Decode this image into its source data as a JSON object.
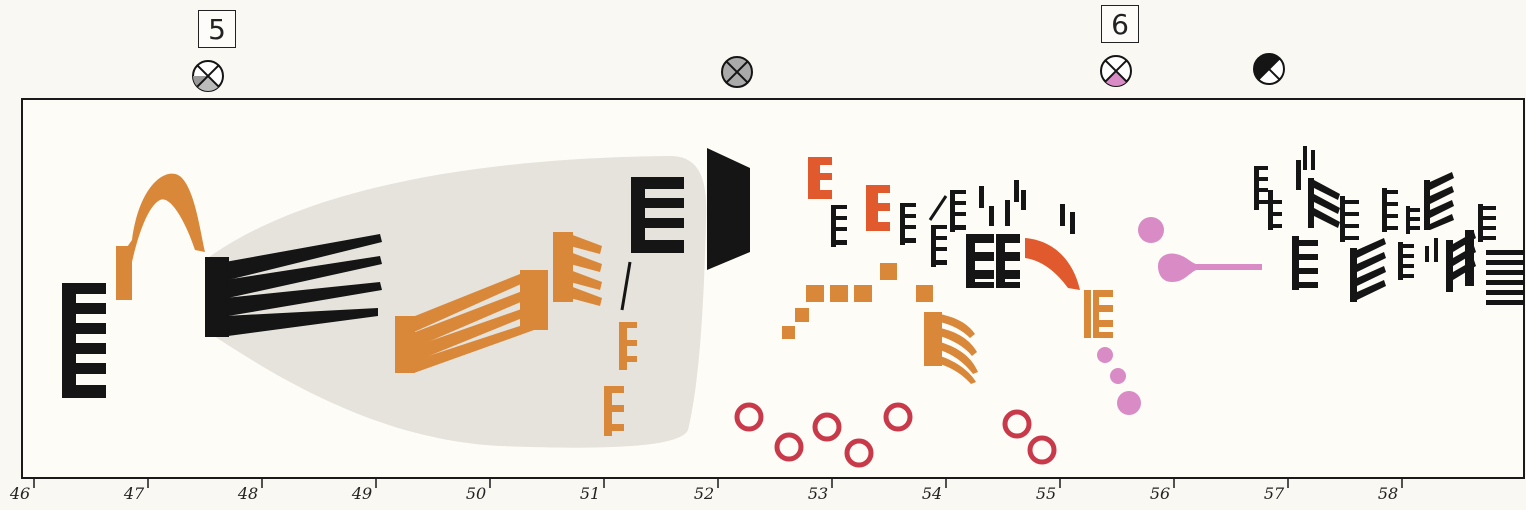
{
  "colors": {
    "paper": "#faf8f2",
    "frame": "#1a1a1a",
    "black": "#151515",
    "orange": "#d9883a",
    "red_orange": "#e05a2e",
    "crimson": "#c8394a",
    "pink": "#d98bc6",
    "shade": "#e6e2dc"
  },
  "rehearsal_marks": [
    "5",
    "6"
  ],
  "timeline": {
    "measures": [
      "46",
      "47",
      "48",
      "49",
      "50",
      "51",
      "52",
      "53",
      "54",
      "55",
      "56",
      "57",
      "58"
    ]
  },
  "symbols": {
    "circle_markers": [
      "crossed-circle-grey-lower-left",
      "crossed-circle-grey-full",
      "crossed-circle-pink-lower",
      "crossed-circle-black-left"
    ]
  }
}
